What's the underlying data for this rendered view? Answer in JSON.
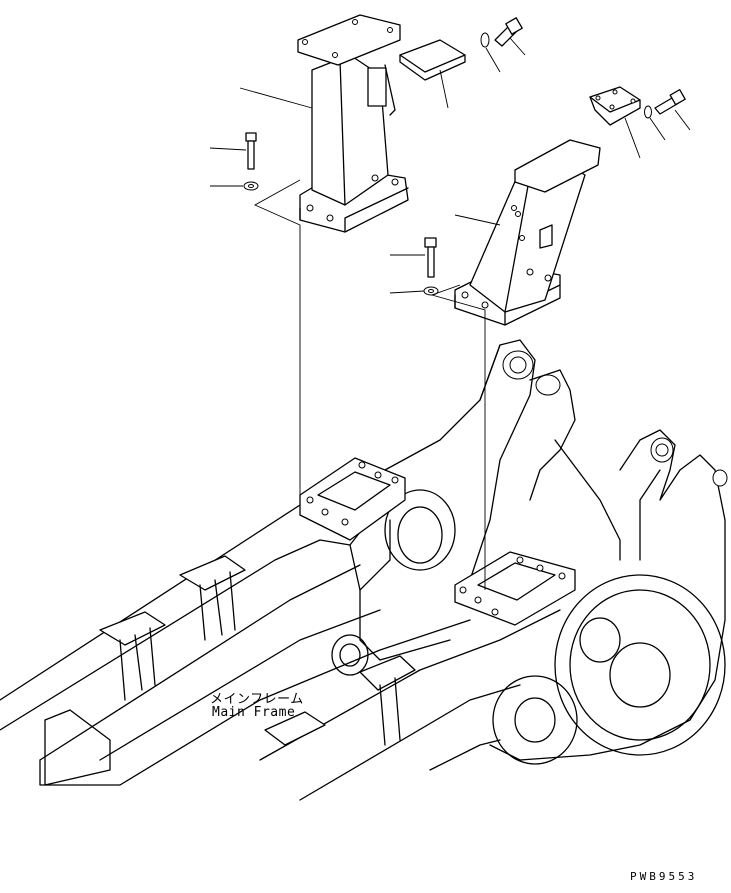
{
  "diagram": {
    "label_jp": "メインフレーム",
    "label_en": "Main Frame",
    "drawing_code": "PWB9553"
  }
}
